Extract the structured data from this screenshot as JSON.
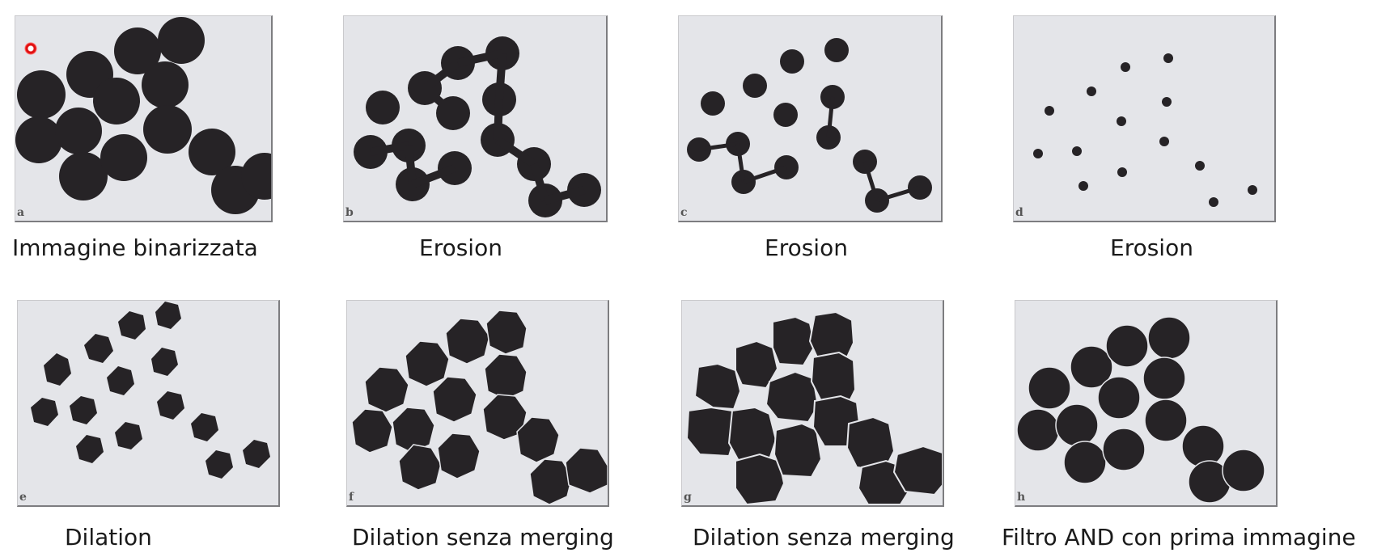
{
  "panels": [
    {
      "letter": "a",
      "caption": "Immagine binarizzata"
    },
    {
      "letter": "b",
      "caption": "Erosion"
    },
    {
      "letter": "c",
      "caption": "Erosion"
    },
    {
      "letter": "d",
      "caption": "Erosion"
    },
    {
      "letter": "e",
      "caption": "Dilation"
    },
    {
      "letter": "f",
      "caption": "Dilation senza merging"
    },
    {
      "letter": "g",
      "caption": "Dilation senza merging"
    },
    {
      "letter": "h",
      "caption": "Filtro AND con prima immagine"
    }
  ],
  "colors": {
    "blob": "#262326",
    "panel_bg": "#e4e5e9",
    "cursor": "#e01010"
  }
}
